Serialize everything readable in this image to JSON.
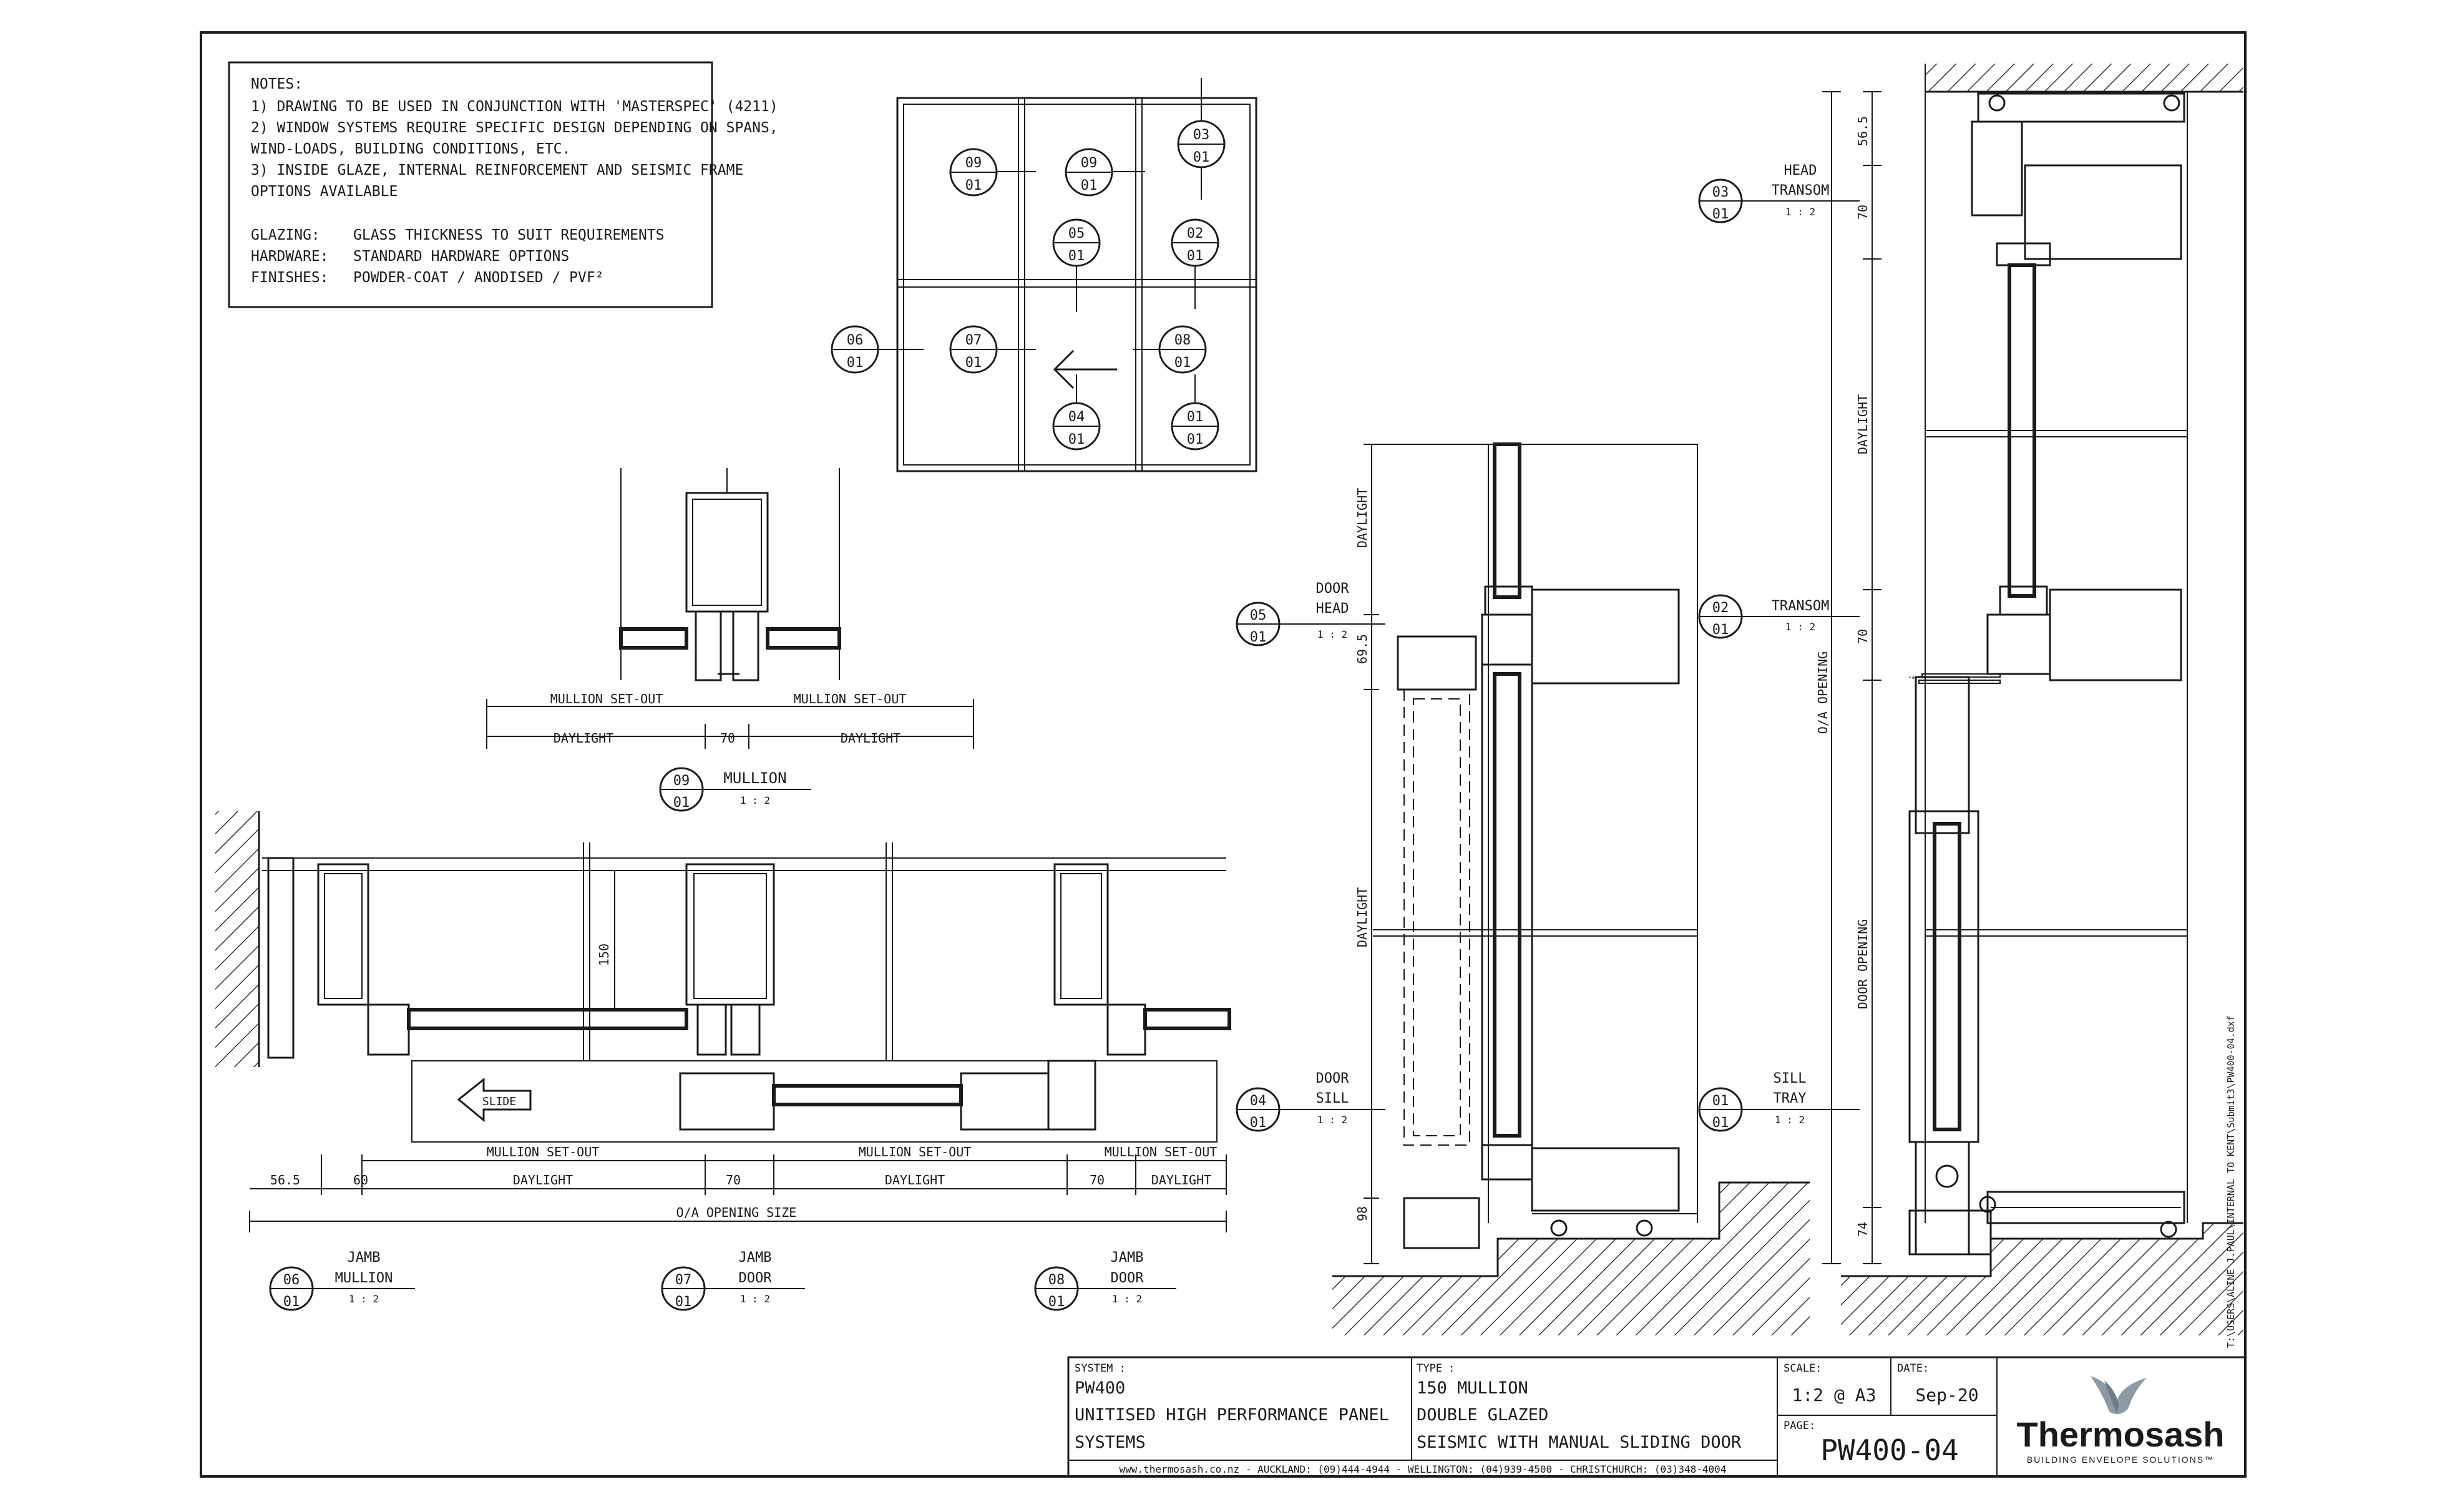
{
  "notes": {
    "heading": "NOTES:",
    "lines": [
      "1) DRAWING TO BE USED IN CONJUNCTION WITH 'MASTERSPEC' (4211)",
      "2) WINDOW SYSTEMS REQUIRE SPECIFIC DESIGN DEPENDING ON SPANS,",
      "WIND-LOADS, BUILDING CONDITIONS, ETC.",
      "3) INSIDE GLAZE, INTERNAL REINFORCEMENT AND SEISMIC FRAME",
      "OPTIONS AVAILABLE"
    ],
    "specs": [
      {
        "label": "GLAZING:",
        "value": "GLASS THICKNESS TO SUIT REQUIREMENTS"
      },
      {
        "label": "HARDWARE:",
        "value": "STANDARD HARDWARE OPTIONS"
      },
      {
        "label": "FINISHES:",
        "value": "POWDER-COAT / ANODISED / PVF²"
      }
    ]
  },
  "key_plan": {
    "bubbles": [
      {
        "top": "09",
        "bottom": "01"
      },
      {
        "top": "09",
        "bottom": "01"
      },
      {
        "top": "03",
        "bottom": "01"
      },
      {
        "top": "05",
        "bottom": "01"
      },
      {
        "top": "02",
        "bottom": "01"
      },
      {
        "top": "06",
        "bottom": "01"
      },
      {
        "top": "07",
        "bottom": "01"
      },
      {
        "top": "08",
        "bottom": "01"
      },
      {
        "top": "04",
        "bottom": "01"
      },
      {
        "top": "01",
        "bottom": "01"
      }
    ]
  },
  "mullion_detail": {
    "dims": {
      "setout_left": "MULLION SET-OUT",
      "setout_right": "MULLION SET-OUT",
      "daylight_left": "DAYLIGHT",
      "mid": "70",
      "daylight_right": "DAYLIGHT"
    },
    "label": {
      "top": "09",
      "bottom": "01",
      "title": "MULLION",
      "scale": "1 : 2"
    }
  },
  "plan_detail": {
    "height_dim": "150",
    "slide_label": "SLIDE",
    "dims_row1": [
      "MULLION SET-OUT",
      "MULLION SET-OUT",
      "MULLION SET-OUT"
    ],
    "dims_row2": [
      "56.5",
      "60",
      "DAYLIGHT",
      "70",
      "DAYLIGHT",
      "70",
      "DAYLIGHT"
    ],
    "overall": "O/A OPENING SIZE",
    "labels": [
      {
        "top": "06",
        "bottom": "01",
        "title1": "JAMB",
        "title2": "MULLION",
        "scale": "1 : 2"
      },
      {
        "top": "07",
        "bottom": "01",
        "title1": "JAMB",
        "title2": "DOOR",
        "scale": "1 : 2"
      },
      {
        "top": "08",
        "bottom": "01",
        "title1": "JAMB",
        "title2": "DOOR",
        "scale": "1 : 2"
      }
    ]
  },
  "door_section": {
    "dims": [
      "DAYLIGHT",
      "69.5",
      "DAYLIGHT",
      "98"
    ],
    "labels": [
      {
        "top": "05",
        "bottom": "01",
        "title1": "DOOR",
        "title2": "HEAD",
        "scale": "1 : 2"
      },
      {
        "top": "04",
        "bottom": "01",
        "title1": "DOOR",
        "title2": "SILL",
        "scale": "1 : 2"
      }
    ]
  },
  "transom_section": {
    "dims": [
      "56.5",
      "70",
      "DAYLIGHT",
      "70",
      "O/A OPENING",
      "DOOR OPENING",
      "74"
    ],
    "labels": [
      {
        "top": "03",
        "bottom": "01",
        "title1": "HEAD",
        "title2": "TRANSOM",
        "scale": "1 : 2"
      },
      {
        "top": "02",
        "bottom": "01",
        "title1": "TRANSOM",
        "title2": "",
        "scale": "1 : 2"
      },
      {
        "top": "01",
        "bottom": "01",
        "title1": "SILL",
        "title2": "TRAY",
        "scale": "1 : 2"
      }
    ],
    "file_path": "T:\\USERS\\ALINE J.PAUL\\INTERNAL TO KENT\\Submit3\\PW400-04.dxf"
  },
  "title_block": {
    "system_label": "SYSTEM :",
    "system_lines": [
      "PW400",
      "UNITISED HIGH PERFORMANCE PANEL",
      "SYSTEMS"
    ],
    "type_label": "TYPE :",
    "type_lines": [
      "150 MULLION",
      "DOUBLE GLAZED",
      "SEISMIC WITH MANUAL SLIDING DOOR"
    ],
    "scale_label": "SCALE:",
    "scale_value": "1:2 @ A3",
    "date_label": "DATE:",
    "date_value": "Sep-20",
    "page_label": "PAGE:",
    "page_value": "PW400-04",
    "contact": "www.thermosash.co.nz  -  AUCKLAND: (09)444-4944  -  WELLINGTON: (04)939-4500  -  CHRISTCHURCH: (03)348-4004",
    "brand": "Thermosash",
    "tagline": "BUILDING ENVELOPE SOLUTIONS™"
  },
  "colors": {
    "line": "#1a1a1a",
    "brand": "#1d5a8c",
    "tagline": "#6b8fb0",
    "logo_grey": "#8c9aa6"
  }
}
